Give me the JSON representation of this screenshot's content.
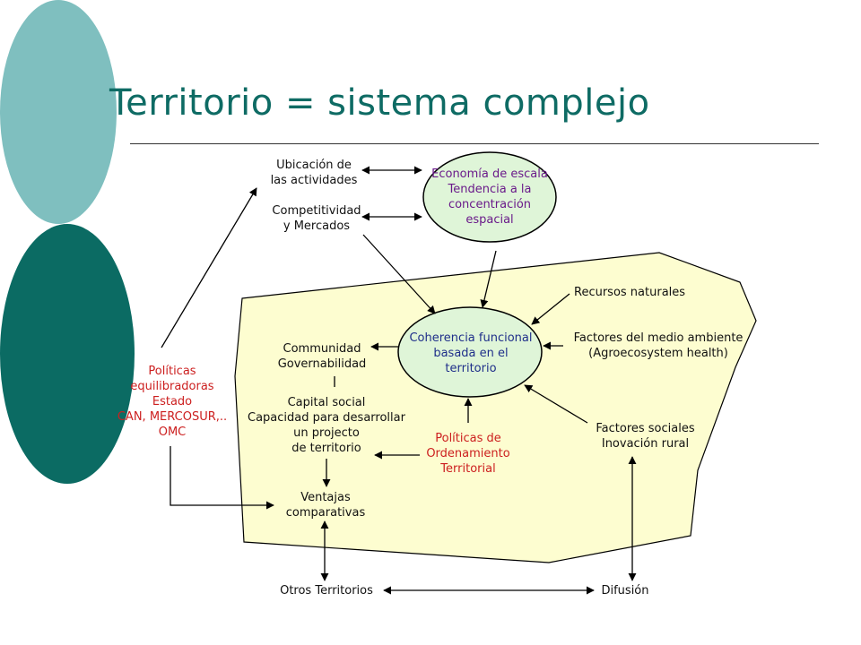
{
  "title": "Territorio = sistema complejo",
  "colors": {
    "title": "#0e6b64",
    "accent_dark": "#0b6b63",
    "accent_light": "#7fbfbf",
    "territory_fill": "#fdfdd0",
    "ellipse_fill": "#dff5d8",
    "purple_text": "#6a1a8a",
    "red_text": "#cc1f1f",
    "blue_text": "#1f2f8a"
  },
  "nodes": {
    "ubicacion": [
      "Ubicación de",
      "las actividades"
    ],
    "competitividad": [
      "Competitividad",
      "y Mercados"
    ],
    "economia": [
      "Economía de escala",
      "Tendencia a la",
      "concentración",
      "espacial"
    ],
    "coherencia": [
      "Coherencia funcional",
      "basada en el",
      "territorio"
    ],
    "recursos": [
      "Recursos naturales"
    ],
    "factores_ambiente": [
      "Factores del medio ambiente",
      "(Agroecosystem health)"
    ],
    "factores_sociales": [
      "Factores sociales",
      "Inovación rural"
    ],
    "communidad": [
      "Communidad",
      "Governabilidad"
    ],
    "capital_social": [
      "Capital social",
      "Capacidad para desarrollar",
      "un projecto",
      "de territorio"
    ],
    "politicas_ordenamiento": [
      "Políticas de",
      "Ordenamiento",
      "Territorial"
    ],
    "politicas_equilibradoras": [
      "Políticas",
      "equilibradoras",
      "Estado",
      "CAN, MERCOSUR,..",
      "OMC"
    ],
    "ventajas": [
      "Ventajas",
      "comparativas"
    ],
    "otros_territorios": [
      "Otros Territorios"
    ],
    "difusion": [
      "Difusión"
    ]
  }
}
